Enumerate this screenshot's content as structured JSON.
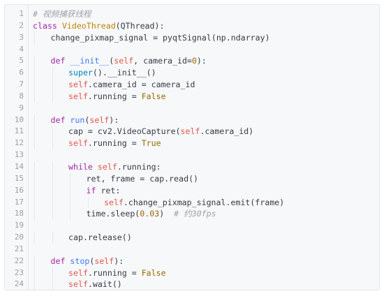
{
  "editor": {
    "language": "python",
    "lines": [
      {
        "n": "1",
        "indent": 0,
        "tokens": [
          {
            "t": "com",
            "v": "# 视频捕获线程"
          }
        ]
      },
      {
        "n": "2",
        "indent": 0,
        "tokens": [
          {
            "t": "kw",
            "v": "class "
          },
          {
            "t": "cls",
            "v": "VideoThread"
          },
          {
            "t": "plain",
            "v": "(QThread):"
          }
        ]
      },
      {
        "n": "3",
        "indent": 1,
        "tokens": [
          {
            "t": "plain",
            "v": "change_pixmap_signal = pyqtSignal(np.ndarray)"
          }
        ]
      },
      {
        "n": "4",
        "indent": 0,
        "tokens": []
      },
      {
        "n": "5",
        "indent": 1,
        "tokens": [
          {
            "t": "kw",
            "v": "def "
          },
          {
            "t": "fn",
            "v": "__init__"
          },
          {
            "t": "plain",
            "v": "("
          },
          {
            "t": "self",
            "v": "self"
          },
          {
            "t": "plain",
            "v": ", camera_id="
          },
          {
            "t": "num",
            "v": "0"
          },
          {
            "t": "plain",
            "v": "):"
          }
        ]
      },
      {
        "n": "6",
        "indent": 2,
        "tokens": [
          {
            "t": "bi",
            "v": "super"
          },
          {
            "t": "plain",
            "v": "().__init__()"
          }
        ]
      },
      {
        "n": "7",
        "indent": 2,
        "tokens": [
          {
            "t": "self",
            "v": "self"
          },
          {
            "t": "plain",
            "v": ".camera_id = camera_id"
          }
        ]
      },
      {
        "n": "8",
        "indent": 2,
        "tokens": [
          {
            "t": "self",
            "v": "self"
          },
          {
            "t": "plain",
            "v": ".running = "
          },
          {
            "t": "num",
            "v": "False"
          }
        ]
      },
      {
        "n": "9",
        "indent": 0,
        "tokens": []
      },
      {
        "n": "10",
        "indent": 1,
        "tokens": [
          {
            "t": "kw",
            "v": "def "
          },
          {
            "t": "fn",
            "v": "run"
          },
          {
            "t": "plain",
            "v": "("
          },
          {
            "t": "self",
            "v": "self"
          },
          {
            "t": "plain",
            "v": "):"
          }
        ]
      },
      {
        "n": "11",
        "indent": 2,
        "tokens": [
          {
            "t": "plain",
            "v": "cap = cv2.VideoCapture("
          },
          {
            "t": "self",
            "v": "self"
          },
          {
            "t": "plain",
            "v": ".camera_id)"
          }
        ]
      },
      {
        "n": "12",
        "indent": 2,
        "tokens": [
          {
            "t": "self",
            "v": "self"
          },
          {
            "t": "plain",
            "v": ".running = "
          },
          {
            "t": "num",
            "v": "True"
          }
        ]
      },
      {
        "n": "13",
        "indent": 0,
        "tokens": []
      },
      {
        "n": "14",
        "indent": 2,
        "tokens": [
          {
            "t": "kw",
            "v": "while "
          },
          {
            "t": "self",
            "v": "self"
          },
          {
            "t": "plain",
            "v": ".running:"
          }
        ]
      },
      {
        "n": "15",
        "indent": 3,
        "tokens": [
          {
            "t": "plain",
            "v": "ret, frame = cap.read()"
          }
        ]
      },
      {
        "n": "16",
        "indent": 3,
        "tokens": [
          {
            "t": "kw",
            "v": "if "
          },
          {
            "t": "plain",
            "v": "ret:"
          }
        ]
      },
      {
        "n": "17",
        "indent": 4,
        "tokens": [
          {
            "t": "self",
            "v": "self"
          },
          {
            "t": "plain",
            "v": ".change_pixmap_signal.emit(frame)"
          }
        ]
      },
      {
        "n": "18",
        "indent": 3,
        "tokens": [
          {
            "t": "plain",
            "v": "time.sleep("
          },
          {
            "t": "num",
            "v": "0.03"
          },
          {
            "t": "plain",
            "v": ")  "
          },
          {
            "t": "com",
            "v": "# 约30fps"
          }
        ]
      },
      {
        "n": "19",
        "indent": 0,
        "tokens": []
      },
      {
        "n": "20",
        "indent": 2,
        "tokens": [
          {
            "t": "plain",
            "v": "cap.release()"
          }
        ]
      },
      {
        "n": "21",
        "indent": 0,
        "tokens": []
      },
      {
        "n": "22",
        "indent": 1,
        "tokens": [
          {
            "t": "kw",
            "v": "def "
          },
          {
            "t": "fn",
            "v": "stop"
          },
          {
            "t": "plain",
            "v": "("
          },
          {
            "t": "self",
            "v": "self"
          },
          {
            "t": "plain",
            "v": "):"
          }
        ]
      },
      {
        "n": "23",
        "indent": 2,
        "tokens": [
          {
            "t": "self",
            "v": "self"
          },
          {
            "t": "plain",
            "v": ".running = "
          },
          {
            "t": "num",
            "v": "False"
          }
        ]
      },
      {
        "n": "24",
        "indent": 2,
        "tokens": [
          {
            "t": "self",
            "v": "self"
          },
          {
            "t": "plain",
            "v": ".wait()"
          }
        ]
      }
    ]
  },
  "colors": {
    "background": "#f7f8fa",
    "border": "#e3e5e8",
    "keyword": "#a626a4",
    "class_name": "#c18401",
    "function": "#4078f2",
    "number": "#986801",
    "comment": "#a0a1a7",
    "self": "#e45649",
    "builtin": "#0184bc",
    "text": "#383a42",
    "line_number": "#9aa0a6"
  }
}
